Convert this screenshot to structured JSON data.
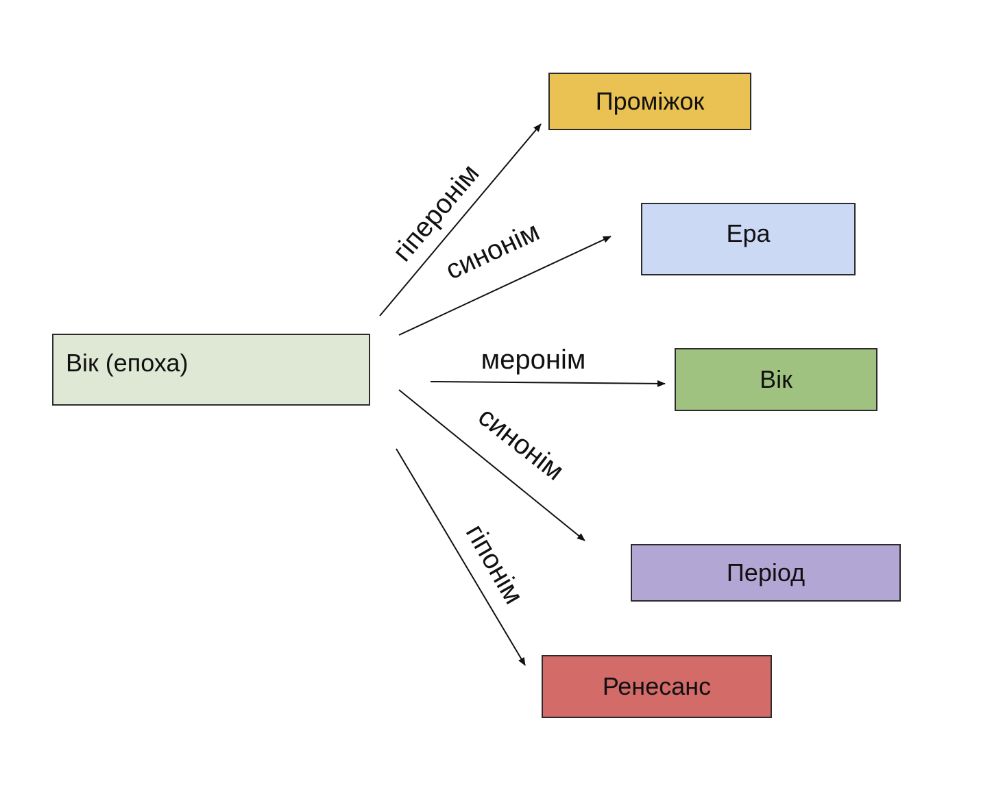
{
  "diagram": {
    "source": {
      "label": "Вік (епоха)",
      "color": "#dfe8d5"
    },
    "targets": [
      {
        "id": "promizhok",
        "label": "Проміжок",
        "color": "#eac253"
      },
      {
        "id": "era",
        "label": "Ера",
        "color": "#cbd9f5"
      },
      {
        "id": "vik",
        "label": "Вік",
        "color": "#9fc281"
      },
      {
        "id": "period",
        "label": "Період",
        "color": "#b2a7d4"
      },
      {
        "id": "renesans",
        "label": "Ренесанс",
        "color": "#d36b68"
      }
    ],
    "relations": [
      {
        "label": "гіперонім",
        "to": "promizhok"
      },
      {
        "label": "синонім",
        "to": "era"
      },
      {
        "label": "меронім",
        "to": "vik"
      },
      {
        "label": "синонім",
        "to": "period"
      },
      {
        "label": "гіпонім",
        "to": "renesans"
      }
    ]
  }
}
